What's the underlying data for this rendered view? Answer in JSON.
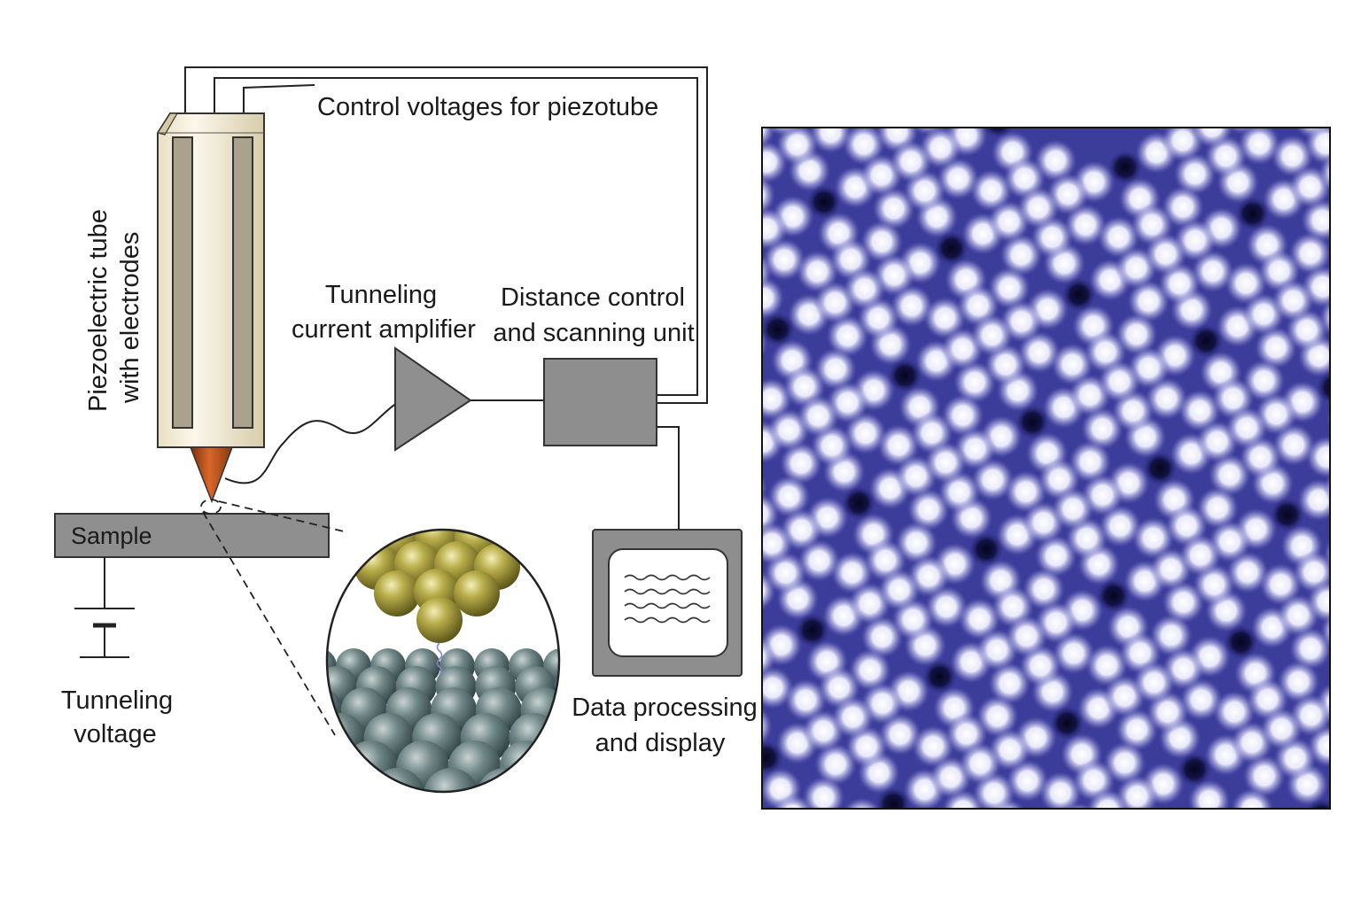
{
  "labels": {
    "control_voltages": "Control voltages for piezotube",
    "piezo_line1": "Piezoelectric tube",
    "piezo_line2": "with electrodes",
    "amp_line1": "Tunneling",
    "amp_line2": "current amplifier",
    "dist_line1": "Distance control",
    "dist_line2": "and scanning unit",
    "sample": "Sample",
    "tv_line1": "Tunneling",
    "tv_line2": "voltage",
    "data_line1": "Data processing",
    "data_line2": "and display"
  },
  "colors": {
    "tube": "#f3ecd6",
    "tube_shade": "#d9cfb2",
    "electrode": "#a9a08a",
    "tip": "#c4581a",
    "box_gray": "#8e8e8e",
    "tip_atoms": "#a79b37",
    "sample_atoms": "#5f7577",
    "stm_bg": "#3c3c9a",
    "stm_bright": "#ffffff"
  }
}
